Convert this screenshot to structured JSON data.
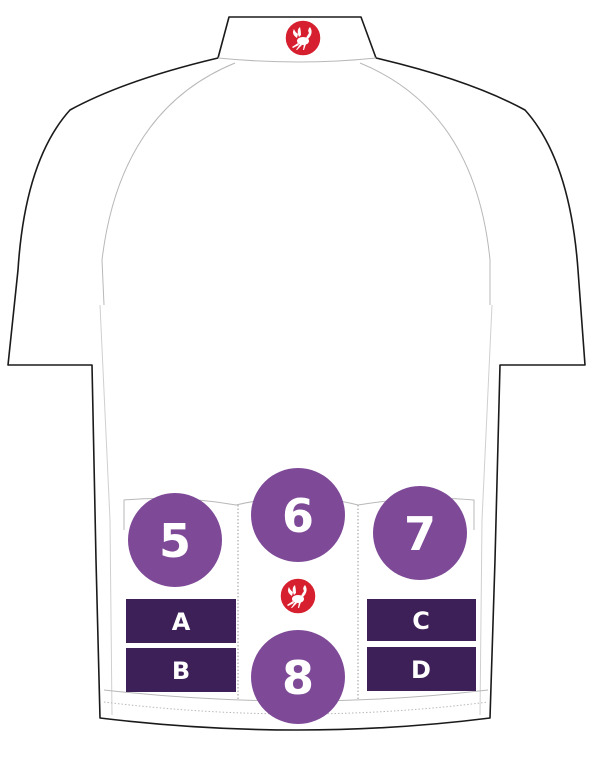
{
  "colors": {
    "circle_fill": "#7e4a98",
    "rect_fill": "#3d2058",
    "logo_red": "#d6202f",
    "outline": "#1a1a1a",
    "seam": "#b8b8b8"
  },
  "icons": {
    "collar_logo": "scorpion-logo-icon",
    "center_logo": "scorpion-logo-icon"
  },
  "zones": {
    "circles": [
      "5",
      "6",
      "7",
      "8"
    ],
    "rects": [
      "A",
      "B",
      "C",
      "D"
    ]
  }
}
